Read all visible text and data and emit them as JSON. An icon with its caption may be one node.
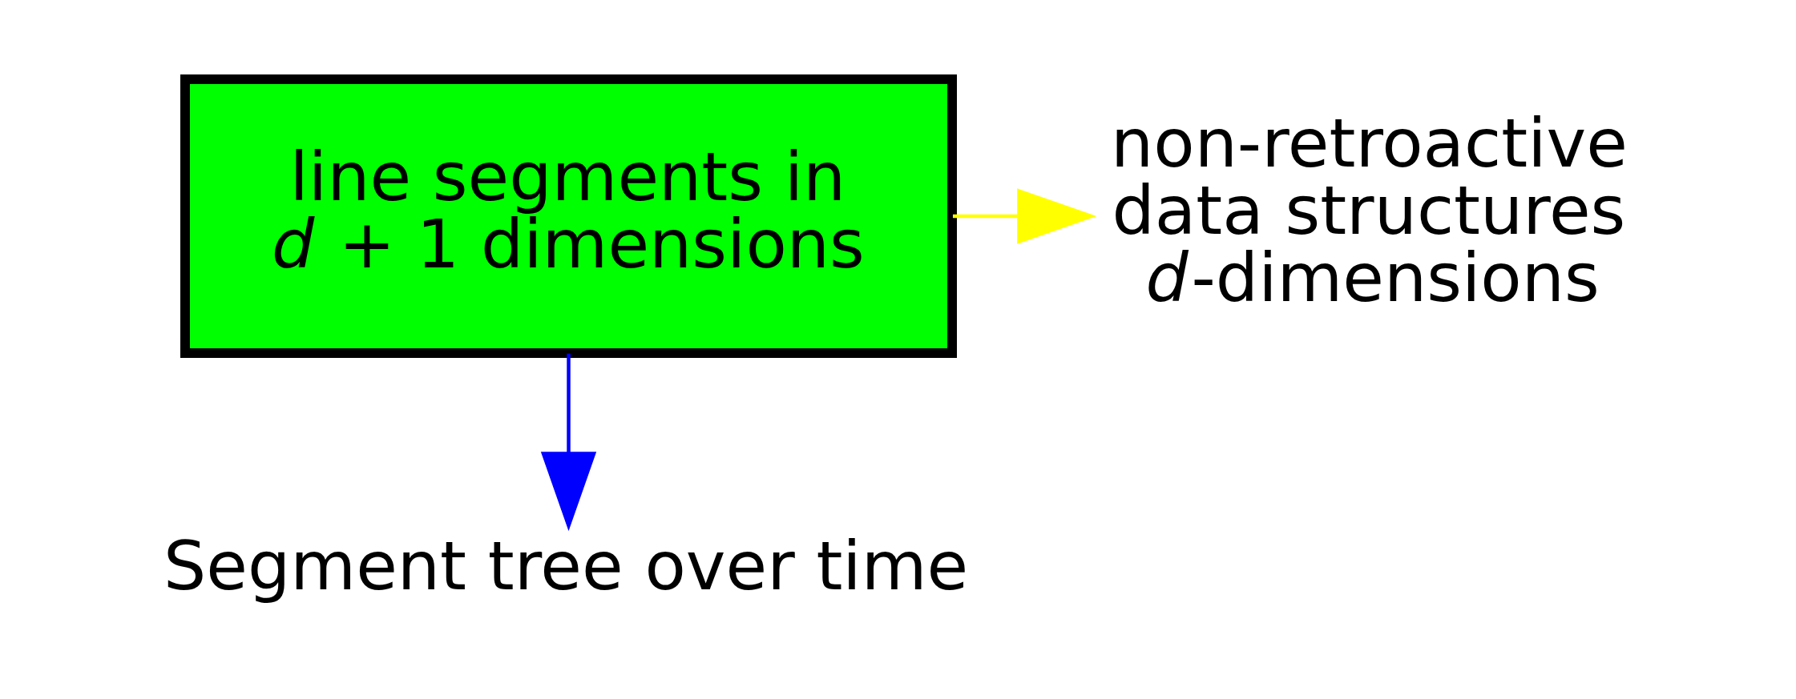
{
  "diagram": {
    "nodes": [
      {
        "text": [
          "line segments in *d* + 1 dimensions"
        ]
      },
      {
        "text": [
          "non-retroactive data structures *d*-dimensions"
        ]
      },
      {
        "text": [
          "Segment tree over time"
        ]
      }
    ],
    "edges": [
      {
        "from": 0,
        "to": 1,
        "arrow": "to",
        "color": "#ffff00"
      },
      {
        "from": 0,
        "to": 2,
        "arrow": "to",
        "color": "#0000ff"
      }
    ]
  }
}
